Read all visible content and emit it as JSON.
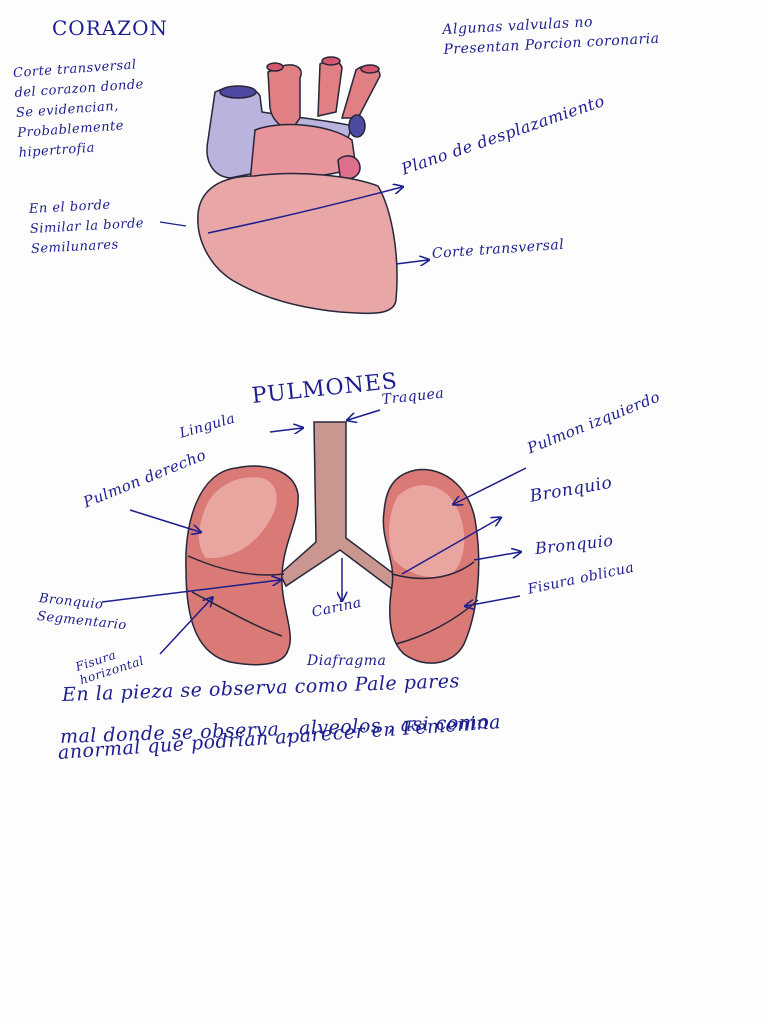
{
  "heart_section": {
    "title": "CORAZON",
    "top_right_note": [
      "Algunas valvulas no",
      "Presentan Porcion coronaria"
    ],
    "left_note_1": [
      "Corte transversal",
      "del corazon donde",
      "Se evidencian,",
      "Probablemente",
      "hipertrofia"
    ],
    "left_note_2": [
      "En el borde",
      "Similar la borde",
      "Semilunares"
    ],
    "plane_label": "Plano de desplazamiento",
    "cross_section_label": "Corte transversal",
    "colors": {
      "myocardium": "#e8a6a6",
      "vena_cava": "#b9b3de",
      "arteries": "#e07f84",
      "ink": "#1d1e8e"
    }
  },
  "lungs_section": {
    "title": "PULMONES",
    "trachea_label": "Traquea",
    "lingula_label": "Lingula",
    "left_lung_label": "Pulmon derecho",
    "right_lung_label": "Pulmon izquierdo",
    "bronchus_label_1": "Bronquio",
    "bronchus_label_2": "Bronquio",
    "fissure_right_label": "Fisura oblicua",
    "bronchus_left_label": [
      "Bronquio",
      "Segmentario"
    ],
    "carina_label": "Carina",
    "fissure_left_label": [
      "Fisura",
      "horizontal"
    ],
    "diaphragm_label": "Diafragma",
    "colors": {
      "lung_tissue": "#d97a76",
      "lung_highlight": "#e9a5a0",
      "trachea": "#c99790"
    }
  },
  "observation": {
    "line_1": "En la pieza se observa como Pale pares",
    "line_2": "mal donde se observa , alveolos , asi como",
    "line_3": "anormal que podrian aparecer en Femenina"
  }
}
